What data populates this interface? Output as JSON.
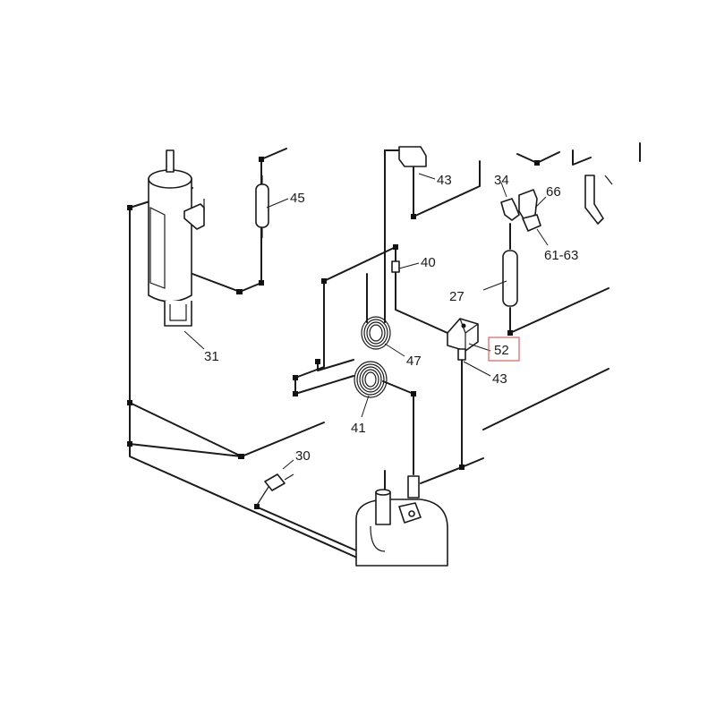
{
  "labels": {
    "part_45": "45",
    "part_43_top": "43",
    "part_34": "34",
    "part_66": "66",
    "part_61_63": "61-63",
    "part_40": "40",
    "part_27": "27",
    "part_47": "47",
    "part_52": "52",
    "part_43_bottom": "43",
    "part_31": "31",
    "part_41": "41",
    "part_30": "30"
  },
  "highlight": {
    "target": "52",
    "color": "#e36b6b"
  }
}
